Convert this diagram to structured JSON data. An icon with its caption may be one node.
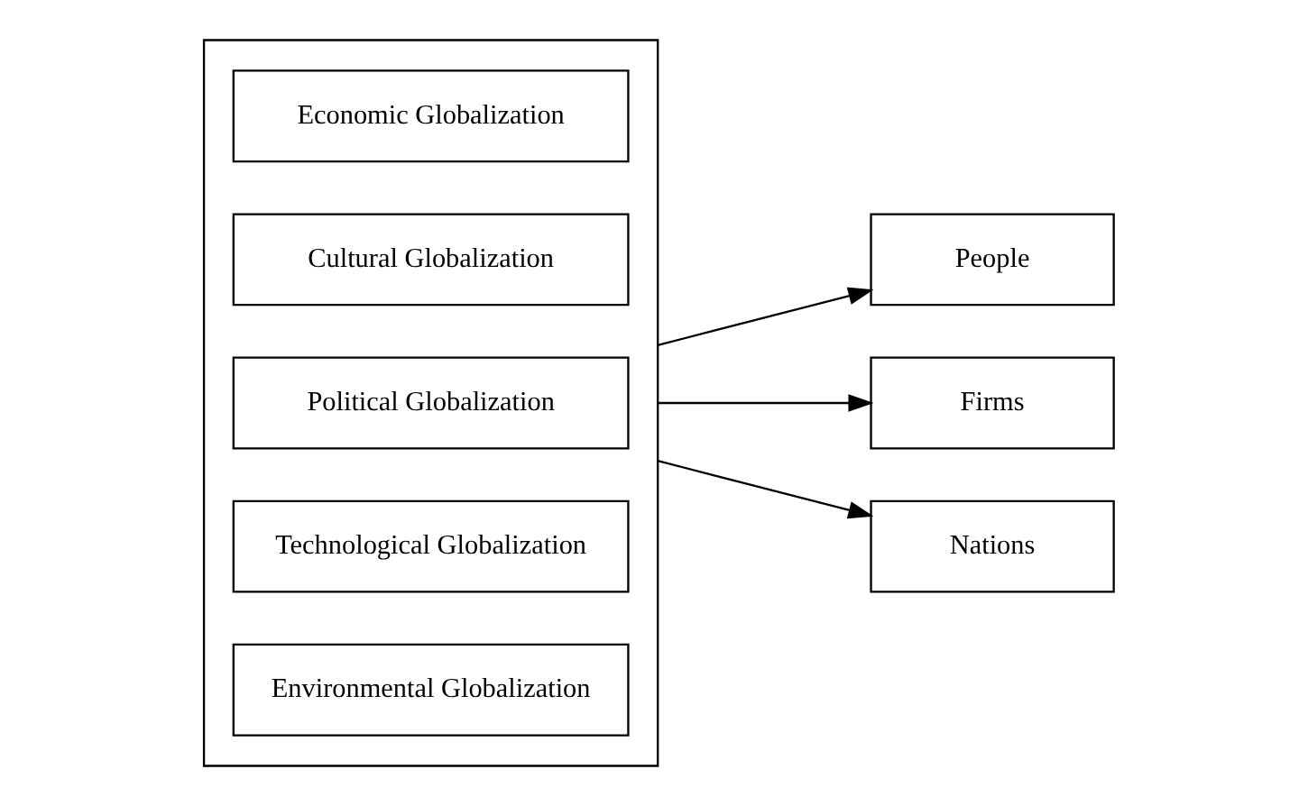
{
  "diagram": {
    "nodes": [
      {
        "text": [],
        "shape": "box"
      },
      {
        "text": [
          "Economic Globalization"
        ],
        "in": 0
      },
      {
        "text": [
          "Cultural Globalization"
        ],
        "in": 0
      },
      {
        "text": [
          "Political Globalization"
        ],
        "in": 0
      },
      {
        "text": [
          "Technological Globalization"
        ],
        "in": 0
      },
      {
        "text": [
          "Environmental Globalization"
        ],
        "in": 0
      },
      {
        "text": [
          "People"
        ]
      },
      {
        "text": [
          "Firms"
        ]
      },
      {
        "text": [
          "Nations"
        ]
      }
    ],
    "edges": [
      {
        "from": 0,
        "to": 6,
        "arrow": "to"
      },
      {
        "from": 0,
        "to": 7,
        "arrow": "to"
      },
      {
        "from": 0,
        "to": 8,
        "arrow": "to"
      }
    ]
  }
}
